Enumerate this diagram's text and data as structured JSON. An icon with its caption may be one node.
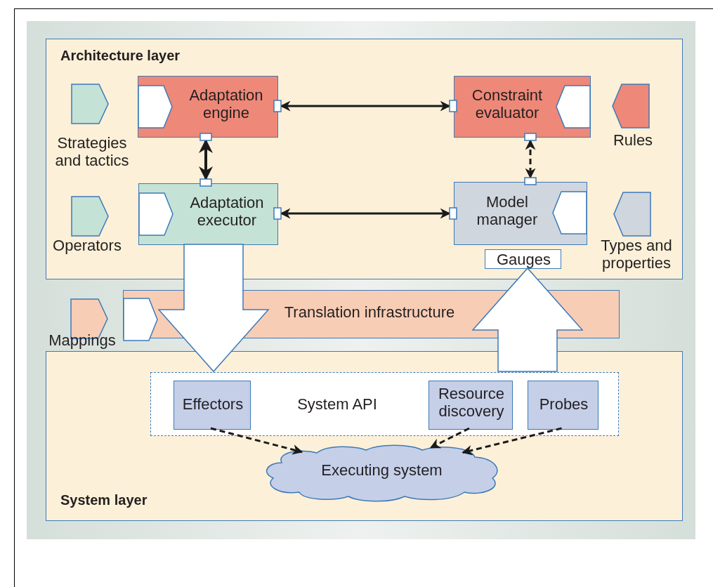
{
  "diagram": {
    "nodes": [
      {
        "text": [
          "Architecture layer"
        ]
      },
      {
        "text": [
          "Adaptation engine"
        ],
        "in": 0
      },
      {
        "text": [
          "Constraint evaluator"
        ],
        "in": 0
      },
      {
        "text": [
          "Adaptation executor"
        ],
        "in": 0
      },
      {
        "text": [
          "Model manager"
        ],
        "in": 0
      },
      {
        "text": [
          "Gauges"
        ],
        "in": 0
      },
      {
        "text": [
          "Strategies and tactics"
        ],
        "in": 0
      },
      {
        "text": [
          "Operators"
        ],
        "in": 0
      },
      {
        "text": [
          "Rules"
        ],
        "in": 0
      },
      {
        "text": [
          "Types and properties"
        ],
        "in": 0
      },
      {
        "text": [
          "Translation infrastructure"
        ]
      },
      {
        "text": [
          "Mappings"
        ]
      },
      {
        "text": [
          "System layer"
        ]
      },
      {
        "text": [
          "System API"
        ],
        "in": 12
      },
      {
        "text": [
          "Effectors"
        ],
        "in": 13
      },
      {
        "text": [
          "Resource discovery"
        ],
        "in": 13
      },
      {
        "text": [
          "Probes"
        ],
        "in": 13
      },
      {
        "text": [
          "Executing system"
        ],
        "in": 12
      }
    ],
    "edges": [
      {
        "from": 1,
        "to": 2,
        "arrow": "both"
      },
      {
        "from": 1,
        "to": 3,
        "arrow": "both"
      },
      {
        "from": 3,
        "to": 4,
        "arrow": "both"
      },
      {
        "from": 2,
        "to": 4,
        "arrow": "both",
        "style": "dashed"
      },
      {
        "from": 3,
        "to": 13,
        "arrow": "to",
        "style": "thick"
      },
      {
        "from": 13,
        "to": 5,
        "arrow": "to",
        "style": "thick"
      },
      {
        "from": 14,
        "to": 17,
        "arrow": "to",
        "style": "dashed"
      },
      {
        "from": 15,
        "to": 17,
        "arrow": "to",
        "style": "dashed"
      },
      {
        "from": 16,
        "to": 17,
        "arrow": "to",
        "style": "dashed"
      }
    ]
  }
}
